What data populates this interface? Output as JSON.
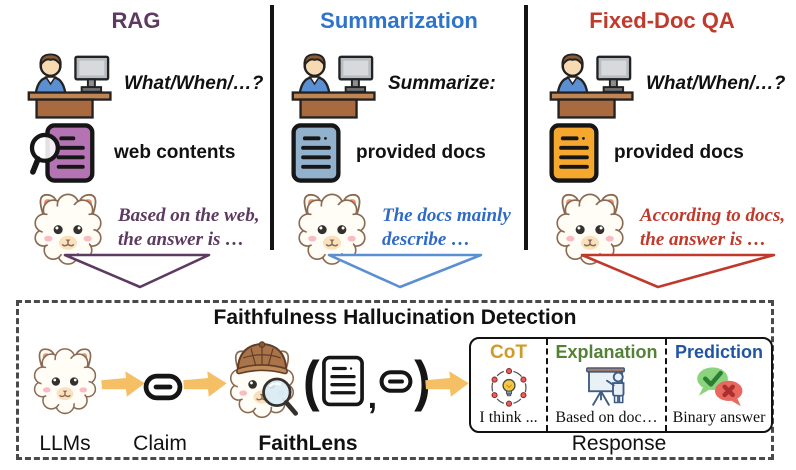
{
  "columns": [
    {
      "title": "RAG",
      "question": "What/When/…?",
      "source": "web contents",
      "response_line1": "Based on the web,",
      "response_line2": "the answer is …",
      "accent_color": "#5d3a61",
      "doc_color": "#b473b2"
    },
    {
      "title": "Summarization",
      "question": "Summarize:",
      "source": "provided docs",
      "response_line1": "The docs mainly",
      "response_line2": "describe …",
      "accent_color": "#2e74c9",
      "funnel_color": "#5b8fd4",
      "doc_color": "#92b1cc"
    },
    {
      "title": "Fixed-Doc QA",
      "question": "What/When/…?",
      "source": "provided docs",
      "response_line1": "According to docs,",
      "response_line2": "the answer is …",
      "accent_color": "#c0392b",
      "doc_color": "#f6a72d"
    }
  ],
  "detector": {
    "title": "Faithfulness Hallucination Detection",
    "llms_label": "LLMs",
    "claim_label": "Claim",
    "faithlens_label": "FaithLens",
    "paren_open": "(",
    "comma": ",",
    "paren_close": ")",
    "response_label": "Response",
    "cells": [
      {
        "label": "CoT",
        "label_color": "#cf9b2a",
        "text": "I think ..."
      },
      {
        "label": "Explanation",
        "label_color": "#538135",
        "text": "Based on doc…"
      },
      {
        "label": "Prediction",
        "label_color": "#2155a4",
        "text": "Binary answer"
      }
    ]
  },
  "icons": {
    "user_at_desk": "person-at-desk-icon",
    "web_doc": "doc-with-magnifier-icon",
    "doc": "document-icon",
    "llama": "llama-icon",
    "detective_llama": "detective-llama-magnifier-icon",
    "claim": "claim-pill-icon",
    "arrow": "orange-block-arrow-icon",
    "cot": "brainstorm-bulb-icon",
    "explanation": "presentation-board-icon",
    "prediction": "check-cross-bubbles-icon"
  },
  "colors": {
    "arrow_fill": "#f5c065",
    "divider": "#141414",
    "dashed_border": "#4a4a4a"
  }
}
